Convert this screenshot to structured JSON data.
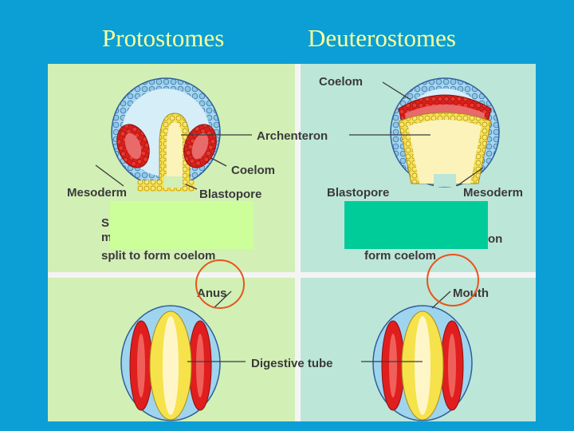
{
  "headings": {
    "left": "Protostomes",
    "right": "Deuterostomes"
  },
  "labels": {
    "coelom_top": "Coelom",
    "archenteron": "Archenteron",
    "coelom_left": "Coelom",
    "mesoderm_left": "Mesoderm",
    "blastopore_left": "Blastopore",
    "blastopore_right": "Blastopore",
    "mesoderm_right": "Mesoderm",
    "proto_caption_line1": "S",
    "proto_caption_line2": "m",
    "proto_caption_line3": "split to form coelom",
    "deutero_caption_line2": "on",
    "deutero_caption_line3": "form coelom",
    "anus": "Anus",
    "mouth": "Mouth",
    "digestive_tube": "Digestive tube"
  },
  "colors": {
    "background": "#0b9fd6",
    "heading": "#ffff99",
    "panel_left": "#d2efb6",
    "panel_right": "#bce6d8",
    "mask_left": "#ccff99",
    "mask_right": "#00cc99",
    "circle": "#e8541e",
    "mesoderm": "#e01e1e",
    "endoderm": "#f6e24a",
    "ectoderm": "#a8d8ee"
  }
}
